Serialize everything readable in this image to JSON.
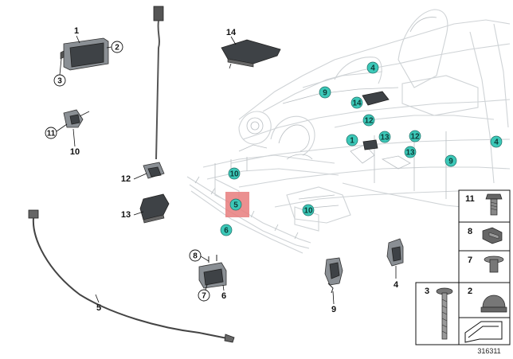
{
  "labels": [
    {
      "id": "p1",
      "text": "1"
    },
    {
      "id": "p2",
      "text": "2"
    },
    {
      "id": "p3",
      "text": "3"
    },
    {
      "id": "p4",
      "text": "4"
    },
    {
      "id": "p5",
      "text": "5"
    },
    {
      "id": "p6",
      "text": "6"
    },
    {
      "id": "p7",
      "text": "7"
    },
    {
      "id": "p8",
      "text": "8"
    },
    {
      "id": "p9",
      "text": "9"
    },
    {
      "id": "p10",
      "text": "10"
    },
    {
      "id": "p11",
      "text": "11"
    },
    {
      "id": "p12",
      "text": "12"
    },
    {
      "id": "p13",
      "text": "13"
    },
    {
      "id": "p14",
      "text": "14"
    }
  ],
  "callout_markers": [
    "4",
    "9",
    "14",
    "12",
    "13",
    "1",
    "12",
    "13",
    "9",
    "4",
    "10",
    "5",
    "6",
    "10"
  ],
  "legend_numbers": [
    "11",
    "8",
    "7",
    "3",
    "2"
  ],
  "reference_number": "316311",
  "colors": {
    "marker_teal": "#3cc8b8",
    "highlight": "#e87d7d",
    "frame_line": "#cfd3d6",
    "part_dark": "#3e4246"
  }
}
